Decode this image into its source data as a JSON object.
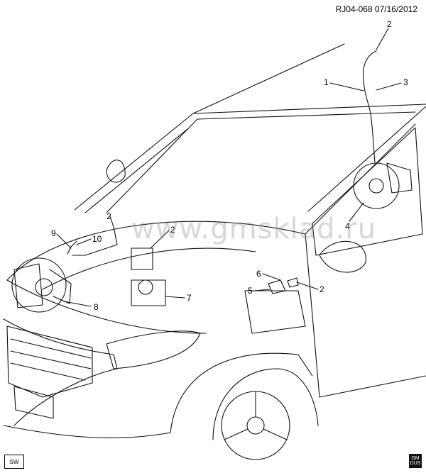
{
  "header": {
    "ref_code": "RJ04-068  07/16/2012"
  },
  "watermark": "www.gmsklad.ru",
  "badges": {
    "left": "SW",
    "right_top": "GM",
    "right_bottom": "DUS"
  },
  "callouts": {
    "c2_top": "2",
    "c1": "1",
    "c3": "3",
    "c4": "4",
    "c9": "9",
    "c10": "10",
    "c2_left_sensor": "2",
    "c2_module": "2",
    "c8": "8",
    "c7": "7",
    "c6": "6",
    "c5": "5",
    "c2_right": "2"
  }
}
